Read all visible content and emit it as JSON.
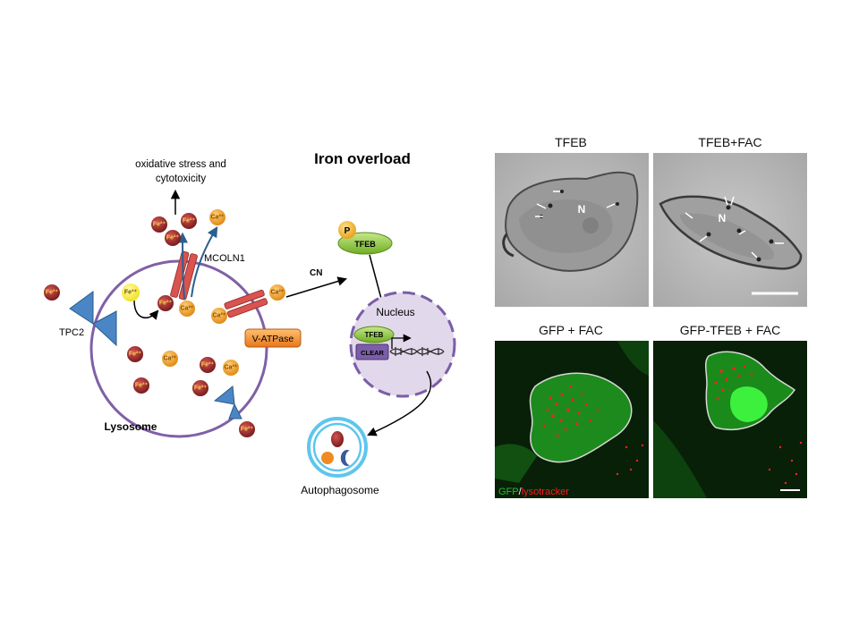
{
  "diagram": {
    "title": "Iron overload",
    "labels": {
      "stress": [
        "oxidative  stress and",
        "cytotoxicity"
      ],
      "mcoln1": "MCOLN1",
      "tpc2": "TPC2",
      "lysosome": "Lysosome",
      "vatpase": "V-ATPase",
      "cn": "CN",
      "p": "P",
      "tfeb_cyto": "TFEB",
      "nucleus": "Nucleus",
      "tfeb_nuc": "TFEB",
      "clear": "CLEAR",
      "autophagosome": "Autophagosome"
    },
    "ions": {
      "fe2": "Fe²⁺",
      "fe3": "Fe³⁺",
      "ca2": "Ca²⁺"
    }
  },
  "micrographs": {
    "top_left_title": "TFEB",
    "top_right_title": "TFEB+FAC",
    "bottom_left_title": "GFP + FAC",
    "bottom_right_title": "GFP-TFEB + FAC",
    "nucleus_marker": "N",
    "legend_gfp": "GFP",
    "legend_sep": "/",
    "legend_lyso": "lysotracker"
  },
  "colors": {
    "lysosome": "#8060a8",
    "fe2": "#9e2a2b",
    "ca2": "#f2a12e",
    "tfeb": "#8cc63f",
    "channel": "#d9534f",
    "tpc2": "#4a86c5",
    "vatpase": "#f08a24",
    "clear": "#7b5ea7",
    "gfp": "#22c02a",
    "lysotracker": "#ff1a1a"
  }
}
